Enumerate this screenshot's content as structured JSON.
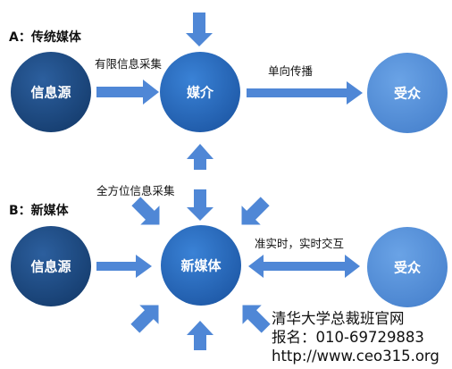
{
  "section_a": {
    "title": "A：传统媒体",
    "nodes": {
      "source": "信息源",
      "media": "媒介",
      "audience": "受众"
    },
    "edges": {
      "collect": "有限信息采集",
      "spread": "单向传播"
    }
  },
  "section_b": {
    "title": "B：新媒体",
    "nodes": {
      "source": "信息源",
      "media": "新媒体",
      "audience": "受众"
    },
    "edges": {
      "collect": "全方位信息采集",
      "interact": "准实时，实时交互"
    }
  },
  "watermark": {
    "line1": "清华大学总裁班官网",
    "line2": "报名：010-69729883",
    "line3": "http://www.ceo315.org"
  },
  "colors": {
    "dark_node": "#1c4a83",
    "mid_node": "#2a6cc2",
    "light_node": "#5590db",
    "arrow": "#4f87d6"
  }
}
